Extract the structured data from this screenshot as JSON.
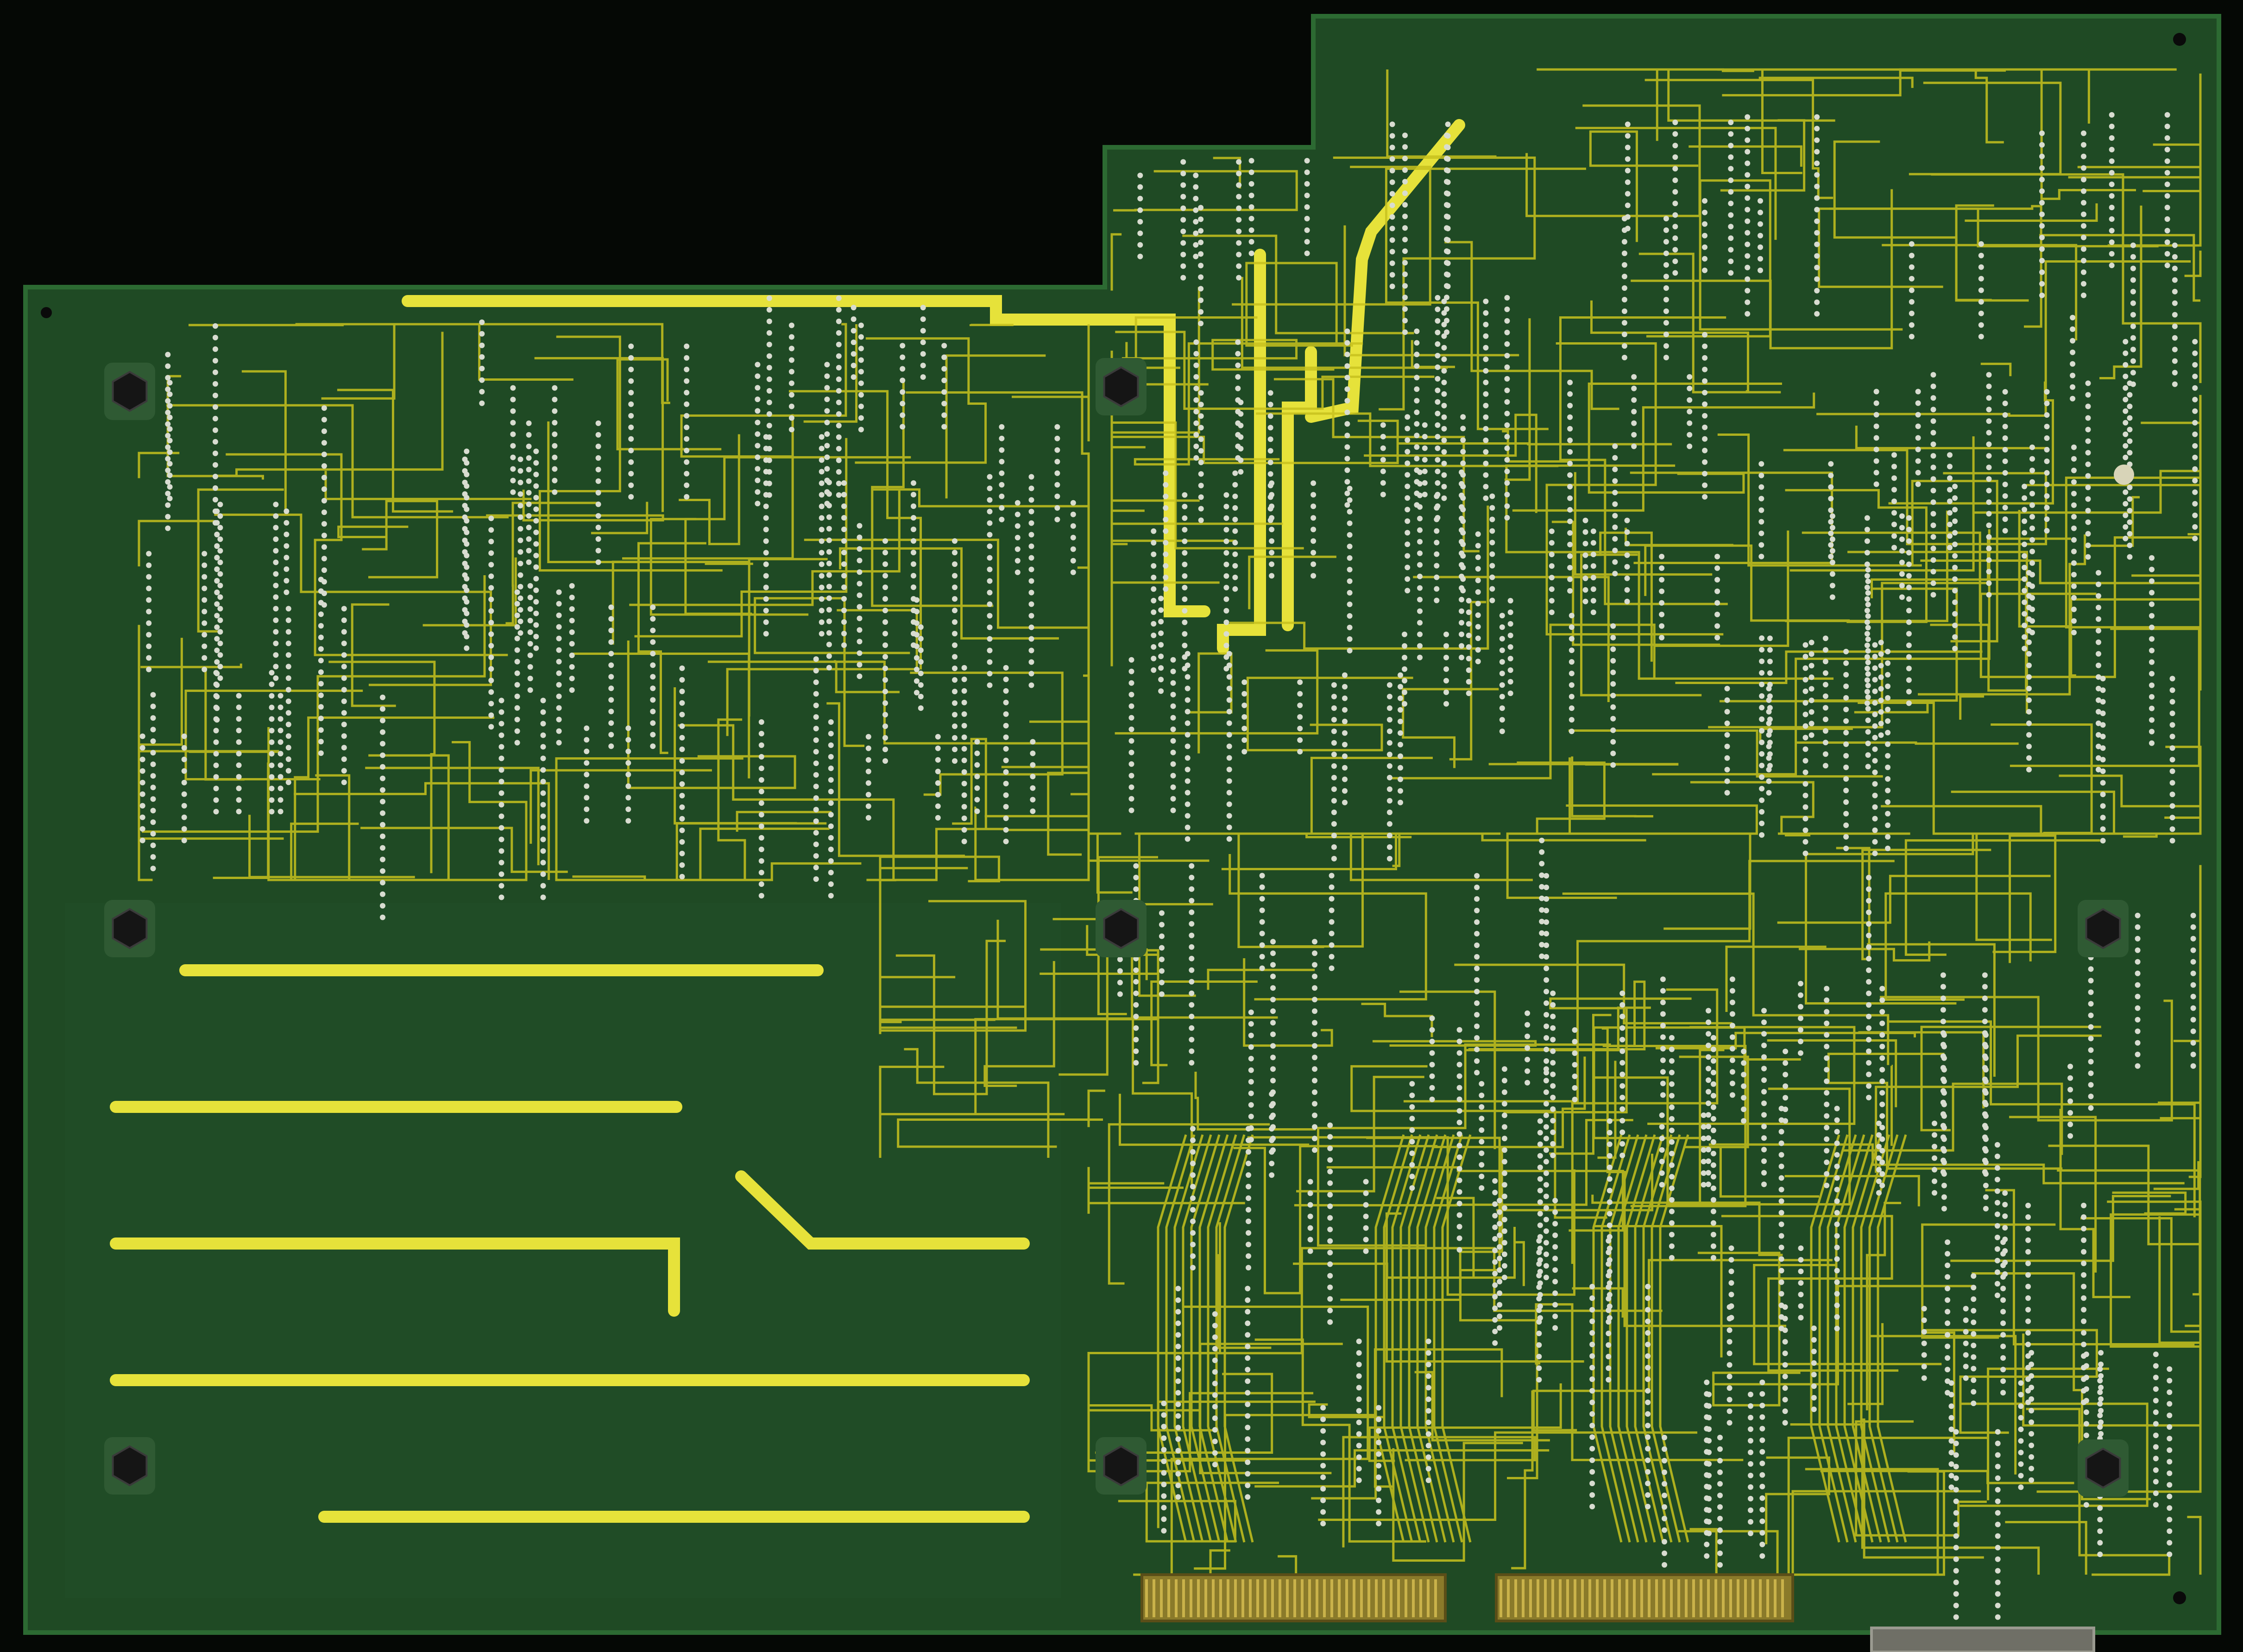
{
  "scene": {
    "subject": "pcb-solder-side",
    "colors": {
      "background": "#050805",
      "board": "#1f4a24",
      "board_edge": "#2c6a32",
      "trace": "#c8c21e",
      "trace_bright": "#e6e23a",
      "pad": "#d8dcd0",
      "nut": "#1a1a1a",
      "connector_gold": "#8a7a2a"
    },
    "icons": {
      "mounting_nut": "hex-nut-icon",
      "edge_connector": "gold-finger-connector",
      "dsub_connector": "dsub-connector"
    }
  }
}
